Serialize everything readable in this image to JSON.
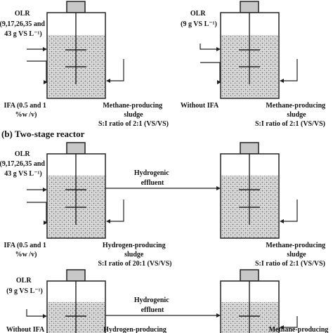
{
  "section_b_title": "(b) Two-stage reactor",
  "reactors": {
    "top_left": {
      "olr": [
        "OLR",
        "(9,17,26,35 and",
        "43 g VS L⁻¹)"
      ],
      "feed": [
        "IFA (0.5 and 1",
        "%w /v)"
      ],
      "sludge": [
        "Methane-producing",
        "sludge",
        "S:I ratio of 2:1 (VS/VS)"
      ]
    },
    "top_right": {
      "olr": [
        "OLR",
        "(9 g VS L⁻¹)"
      ],
      "feed": [
        "Without IFA"
      ],
      "sludge": [
        "Methane-producing",
        "sludge",
        "S:I ratio of 2:1 (VS/VS)"
      ]
    },
    "mid_left": {
      "olr": [
        "OLR",
        "(9,17,26,35 and",
        "43 g VS L⁻¹)"
      ],
      "feed": [
        "IFA (0.5 and 1",
        "%w /v)"
      ],
      "sludge": [
        "Hydrogen-producing",
        "sludge",
        "S:I ratio of 20:1 (VS/VS)"
      ]
    },
    "mid_right": {
      "sludge": [
        "Methane-producing",
        "sludge",
        "S:I ratio of 2:1 (VS/VS)"
      ]
    },
    "bot_left": {
      "olr": [
        "OLR",
        "(9 g VS L⁻¹)"
      ],
      "feed": [
        "Without IFA"
      ],
      "sludge": [
        "Hydrogen-producing"
      ]
    },
    "bot_right": {
      "sludge": [
        "Methane-producing"
      ]
    }
  },
  "effluent_mid": [
    "Hydrogenic",
    "effluent"
  ],
  "effluent_bot": [
    "Hydrogenic",
    "effluent"
  ]
}
